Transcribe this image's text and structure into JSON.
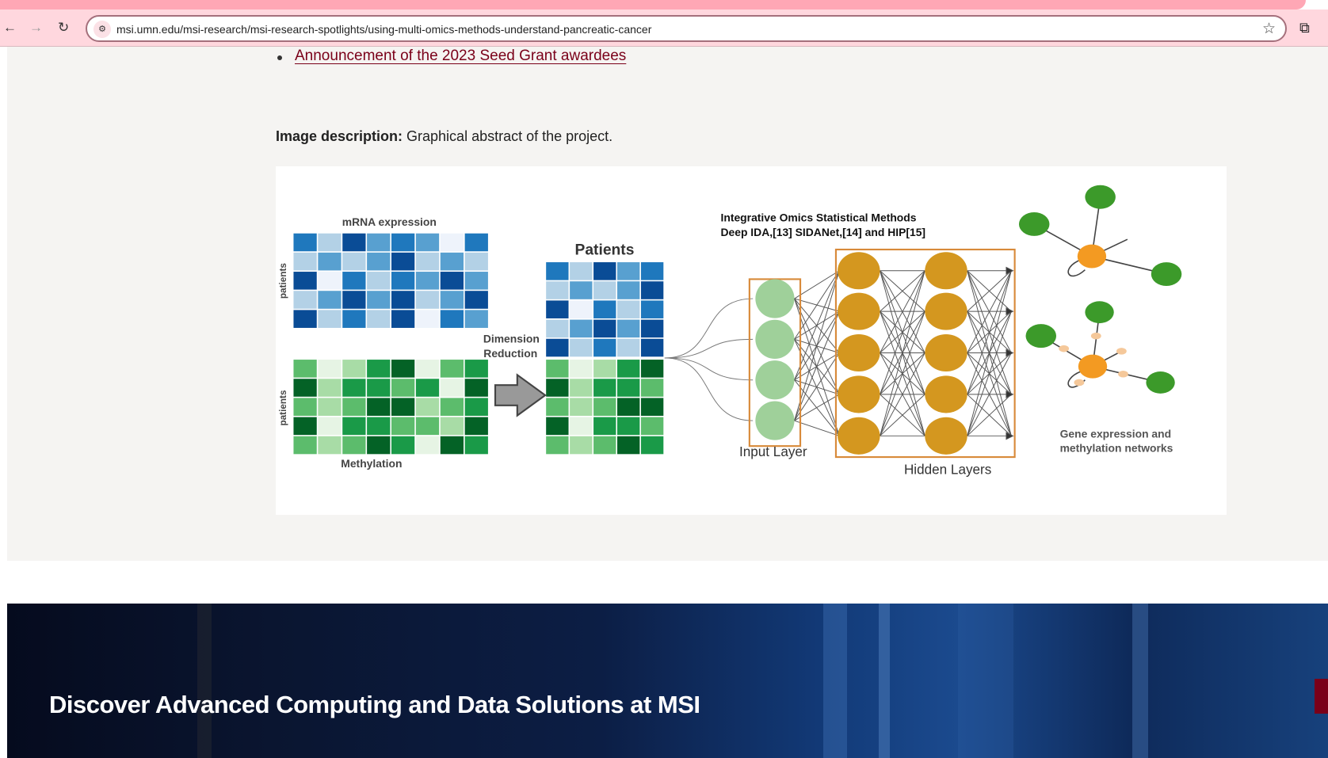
{
  "browser": {
    "url": "msi.umn.edu/msi-research/msi-research-spotlights/using-multi-omics-methods-understand-pancreatic-cancer",
    "back_icon": "←",
    "forward_icon": "→",
    "reload_icon": "↻",
    "star_icon": "☆",
    "extensions_icon": "⧉"
  },
  "content": {
    "link": "Announcement of the 2023 Seed Grant awardees",
    "image_description_label": "Image description:",
    "image_description_text": " Graphical abstract of the project."
  },
  "figure": {
    "mrna_label": "mRNA expression",
    "methylation_label": "Methylation",
    "patients_axis": "patients",
    "dimension_reduction_1": "Dimension",
    "dimension_reduction_2": "Reduction",
    "patients_title": "Patients",
    "methods_title_1": "Integrative Omics Statistical Methods",
    "methods_title_2": "Deep IDA,[13] SIDANet,[14] and HIP[15]",
    "input_layer": "Input Layer",
    "hidden_layers": "Hidden Layers",
    "networks_1": "Gene expression and",
    "networks_2": "methylation networks",
    "blue_scale": [
      "#eef3fb",
      "#b3d1e6",
      "#58a0d0",
      "#1f78bd",
      "#0a4c96"
    ],
    "green_scale": [
      "#e6f4e4",
      "#a8dca6",
      "#5cbc6c",
      "#1a9a48",
      "#046226"
    ],
    "mrna": [
      [
        3,
        1,
        4,
        2,
        3,
        2,
        0,
        3
      ],
      [
        1,
        2,
        1,
        2,
        4,
        1,
        2,
        1
      ],
      [
        4,
        0,
        3,
        1,
        3,
        2,
        4,
        2
      ],
      [
        1,
        2,
        4,
        2,
        4,
        1,
        2,
        4
      ],
      [
        4,
        1,
        3,
        1,
        4,
        0,
        3,
        2
      ]
    ],
    "methylation": [
      [
        2,
        0,
        1,
        3,
        4,
        0,
        2,
        3
      ],
      [
        4,
        1,
        3,
        3,
        2,
        3,
        0,
        4
      ],
      [
        2,
        1,
        2,
        4,
        4,
        1,
        2,
        3
      ],
      [
        4,
        0,
        3,
        3,
        2,
        2,
        1,
        4
      ],
      [
        2,
        1,
        2,
        4,
        3,
        0,
        4,
        3
      ]
    ],
    "patients_blue": [
      [
        3,
        1,
        4,
        2,
        3
      ],
      [
        1,
        2,
        1,
        2,
        4
      ],
      [
        4,
        0,
        3,
        1,
        3
      ],
      [
        1,
        2,
        4,
        2,
        4
      ],
      [
        4,
        1,
        3,
        1,
        4
      ]
    ],
    "patients_green": [
      [
        2,
        0,
        1,
        3,
        4
      ],
      [
        4,
        1,
        3,
        3,
        2
      ],
      [
        2,
        1,
        2,
        4,
        4
      ],
      [
        4,
        0,
        3,
        3,
        2
      ],
      [
        2,
        1,
        2,
        4,
        3
      ]
    ]
  },
  "banner": {
    "title": "Discover Advanced Computing and Data Solutions at MSI"
  }
}
